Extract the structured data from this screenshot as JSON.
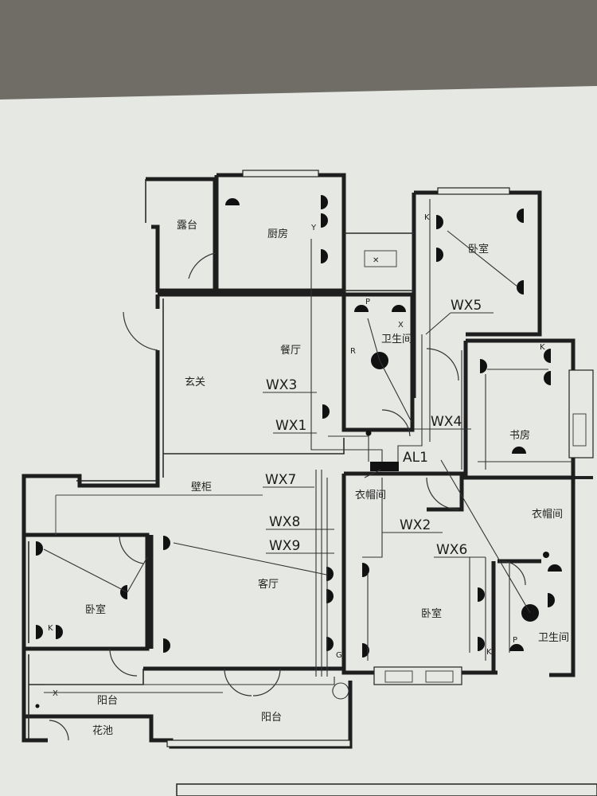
{
  "rooms": {
    "terrace": "露台",
    "kitchen": "厨房",
    "bedroom_ne": "卧室",
    "bathroom_center": "卫生间",
    "dining": "餐厅",
    "foyer": "玄关",
    "study": "书房",
    "wall_cabinet": "壁柜",
    "closet_center": "衣帽间",
    "closet_east": "衣帽间",
    "bedroom_west": "卧室",
    "living": "客厅",
    "bedroom_master": "卧室",
    "bathroom_east": "卫生间",
    "balcony_west": "阳台",
    "flower_bed": "花池",
    "balcony_south": "阳台"
  },
  "circuits": {
    "wx1": "WX1",
    "wx2": "WX2",
    "wx3": "WX3",
    "wx4": "WX4",
    "wx5": "WX5",
    "wx6": "WX6",
    "wx7": "WX7",
    "wx8": "WX8",
    "wx9": "WX9",
    "panel": "AL1"
  },
  "marks": {
    "y": "Y",
    "k1": "K",
    "k2": "K",
    "k3": "K",
    "k4": "K",
    "p1": "P",
    "p2": "P",
    "x1": "X",
    "x2": "X",
    "r": "R",
    "g": "G"
  },
  "colors": {
    "paper": "#e9ebe6",
    "line": "#1e1e1e",
    "background": "#6f6d66"
  }
}
